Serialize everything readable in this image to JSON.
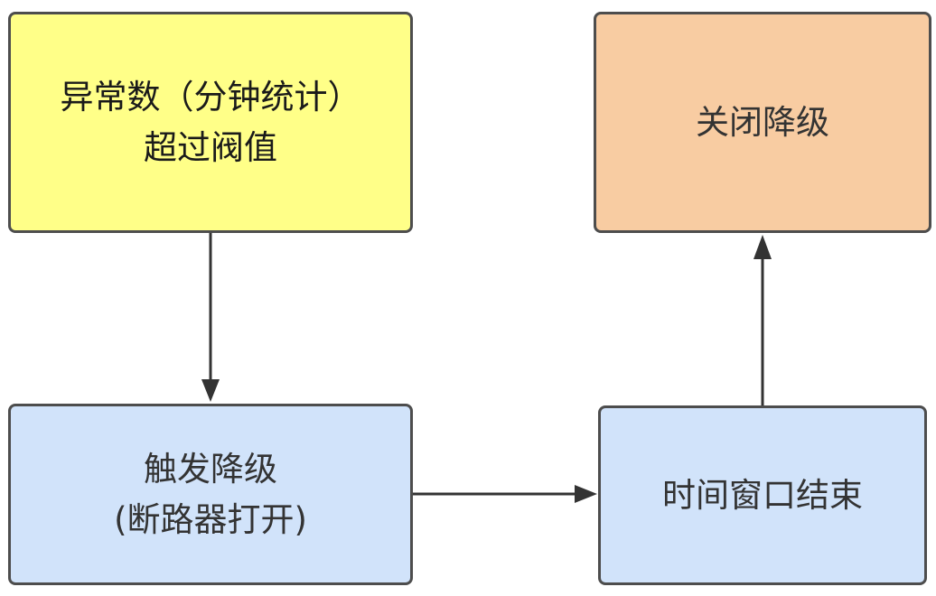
{
  "colors": {
    "border": "#4d4d4d",
    "yellow_fill": "#ffff88",
    "orange_fill": "#f8cca2",
    "blue_fill": "#d1e3fa",
    "arrow": "#333333"
  },
  "nodes": {
    "threshold": {
      "lines": [
        "异常数（分钟统计）",
        "超过阀值"
      ],
      "fill": "yellow"
    },
    "trigger": {
      "lines": [
        "触发降级",
        "(断路器打开)"
      ],
      "fill": "blue"
    },
    "window": {
      "lines": [
        "时间窗口结束"
      ],
      "fill": "blue"
    },
    "close": {
      "lines": [
        "关闭降级"
      ],
      "fill": "orange"
    }
  },
  "edges": [
    {
      "from": "threshold",
      "to": "trigger"
    },
    {
      "from": "trigger",
      "to": "window"
    },
    {
      "from": "window",
      "to": "close"
    }
  ]
}
